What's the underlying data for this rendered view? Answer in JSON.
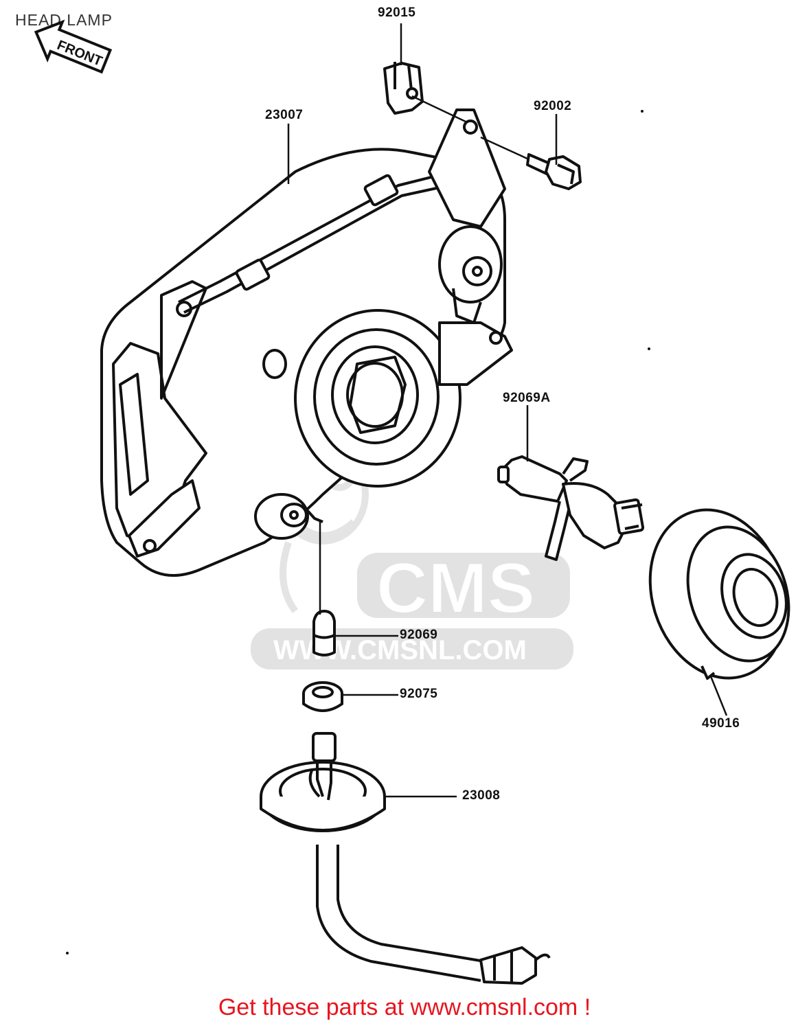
{
  "header": {
    "title": "HEAD LAMP",
    "front_marker": "FRONT"
  },
  "parts": [
    {
      "id": "92015"
    },
    {
      "id": "92002"
    },
    {
      "id": "23007"
    },
    {
      "id": "92069A"
    },
    {
      "id": "92069"
    },
    {
      "id": "92075"
    },
    {
      "id": "49016"
    },
    {
      "id": "23008"
    }
  ],
  "watermark": {
    "logo": "CMS",
    "url": "WWW.CMSNL.COM"
  },
  "footer": {
    "text": "Get these parts at www.cmsnl.com !"
  },
  "colors": {
    "lines": "#111111",
    "watermark": "#e2e2e2",
    "footer": "#e8141e"
  }
}
